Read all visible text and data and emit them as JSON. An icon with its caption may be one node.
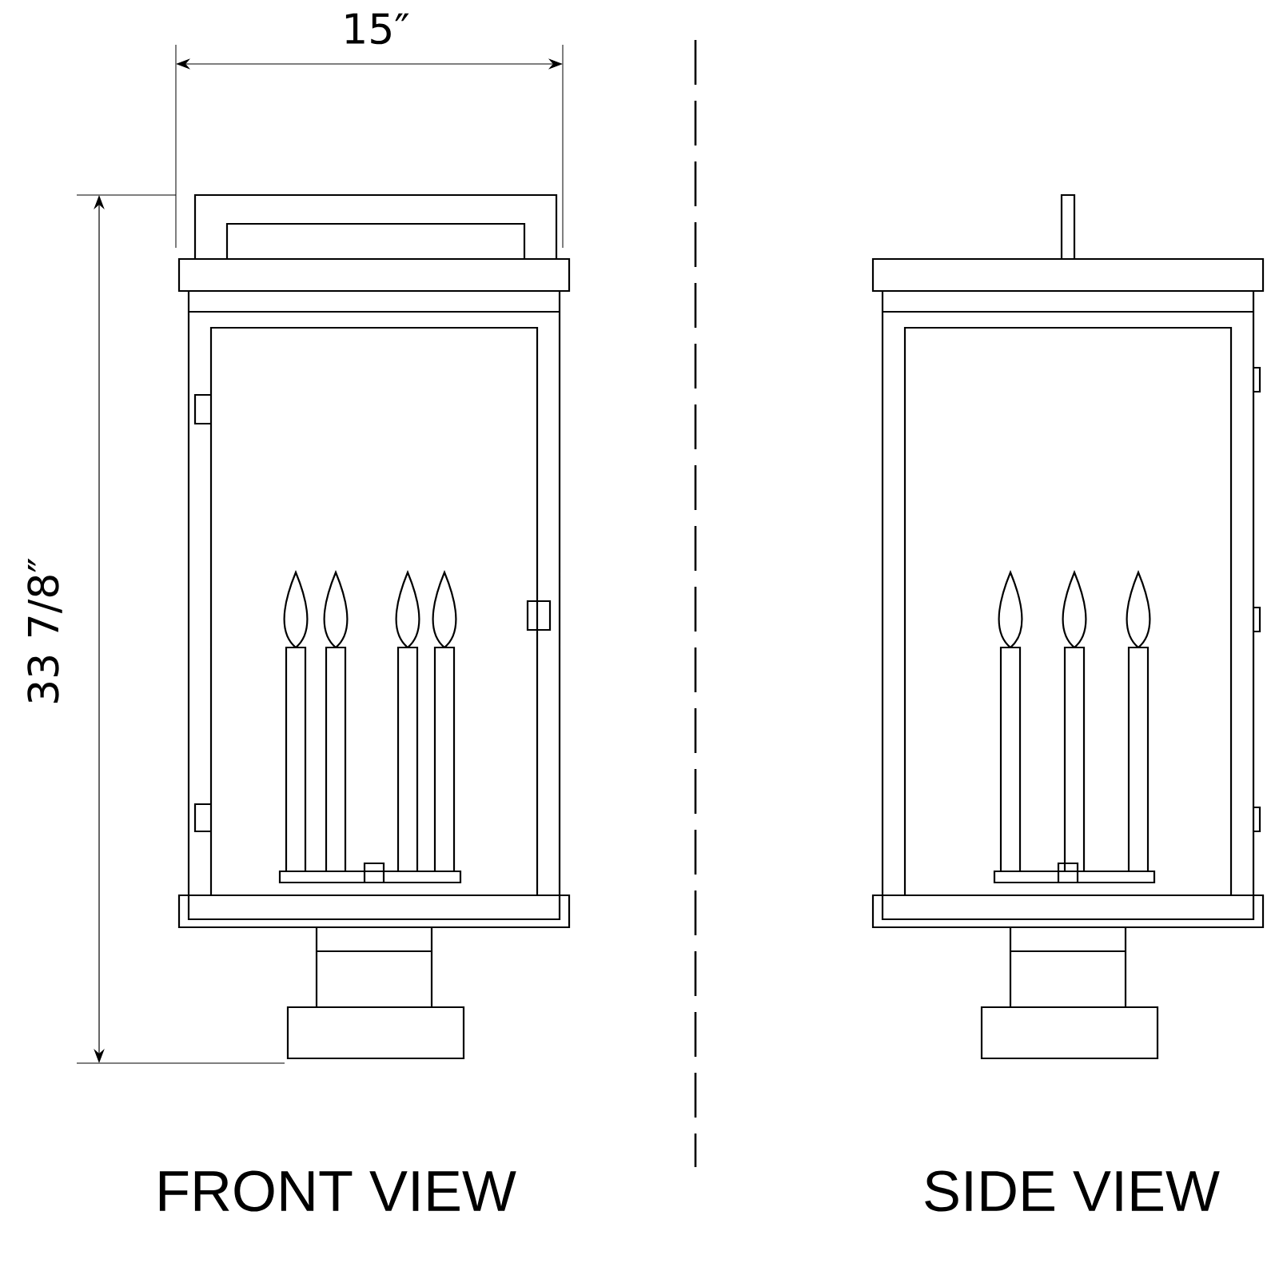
{
  "diagram": {
    "labels": [
      "15″",
      "33 7/8″",
      "FRONT VIEW",
      "SIDE VIEW"
    ]
  }
}
